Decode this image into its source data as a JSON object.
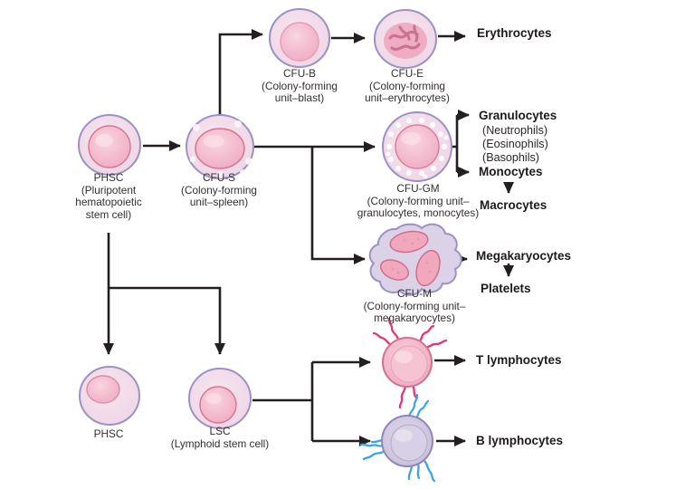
{
  "title": "Hematopoiesis lineage diagram",
  "nodes": {
    "phsc_top": {
      "title": "PHSC",
      "lines": [
        "(Pluripotent",
        "hematopoietic",
        "stem cell)"
      ]
    },
    "cfu_s": {
      "title": "CFU-S",
      "lines": [
        "(Colony-forming",
        "unit–spleen)"
      ]
    },
    "cfu_b": {
      "title": "CFU-B",
      "lines": [
        "(Colony-forming",
        "unit–blast)"
      ]
    },
    "cfu_e": {
      "title": "CFU-E",
      "lines": [
        "(Colony-forming",
        "unit–erythrocytes)"
      ]
    },
    "cfu_gm": {
      "title": "CFU-GM",
      "lines": [
        "(Colony-forming unit–",
        "granulocytes, monocytes)"
      ]
    },
    "cfu_m": {
      "title": "CFU-M",
      "lines": [
        "(Colony-forming unit–",
        "megakaryocytes)"
      ]
    },
    "phsc_bottom": {
      "title": "PHSC",
      "lines": []
    },
    "lsc": {
      "title": "LSC",
      "lines": [
        "(Lymphoid stem cell)"
      ]
    }
  },
  "products": {
    "erythrocytes": "Erythrocytes",
    "granulocytes": "Granulocytes",
    "granulocyte_types": [
      "(Neutrophils)",
      "(Eosinophils)",
      "(Basophils)"
    ],
    "monocytes": "Monocytes",
    "macrocytes": "Macrocytes",
    "megakaryocytes": "Megakaryocytes",
    "platelets": "Platelets",
    "t_lymphocytes": "T lymphocytes",
    "b_lymphocytes": "B lymphocytes"
  },
  "colors": {
    "arrow": "#231f20",
    "membrane": "#9a92c6",
    "cytoplasm": "#f1d9e7",
    "nucleus": "#f2b5ca",
    "nucleus_rim": "#d9748f",
    "t_receptor": "#e8327e",
    "b_receptor": "#3aa7e0",
    "cfu_m_body": "#dcd2e8",
    "lobe_pink": "#f2a8bc",
    "lobe_rim": "#d06e8d",
    "b_cell_body": "#cdc4dc",
    "text": "#2b2626"
  }
}
